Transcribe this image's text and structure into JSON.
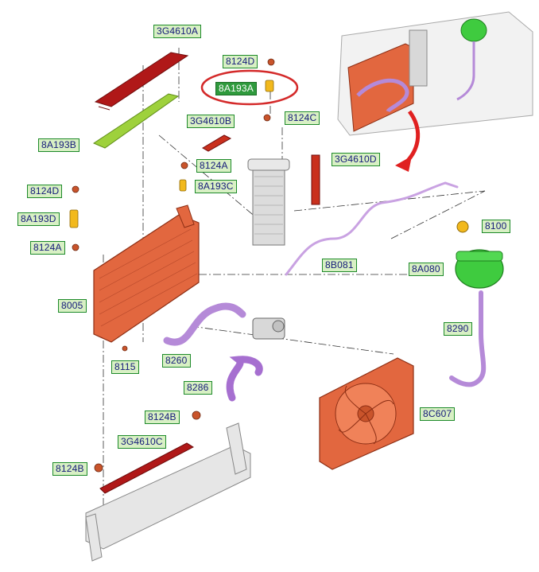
{
  "labels": {
    "3g4610a": "3G4610A",
    "8124d_top": "8124D",
    "8a193a": "8A193A",
    "3g4610b": "3G4610B",
    "8124c": "8124C",
    "8a193b": "8A193B",
    "8124a_mid": "8124A",
    "3g4610d": "3G4610D",
    "8a193c": "8A193C",
    "8124d_left": "8124D",
    "8a193d": "8A193D",
    "8124a_left": "8124A",
    "8100": "8100",
    "8b081": "8B081",
    "8a080": "8A080",
    "8005": "8005",
    "8290": "8290",
    "8260": "8260",
    "8115": "8115",
    "8286": "8286",
    "8c607": "8C607",
    "8124b_right": "8124B",
    "3g4610c": "3G4610C",
    "8124b_left": "8124B"
  },
  "colors": {
    "label_bg": "#d8f0c4",
    "label_border": "#1e8a2a",
    "label_text": "#14197a",
    "highlight_bg": "#2f9a3d",
    "highlight_ring": "#d42a2a",
    "radiator": "#e2673f",
    "seal": "#b01818",
    "green_part": "#9ed13c",
    "hose": "#b58ad8",
    "tank": "#3fcb3f"
  }
}
